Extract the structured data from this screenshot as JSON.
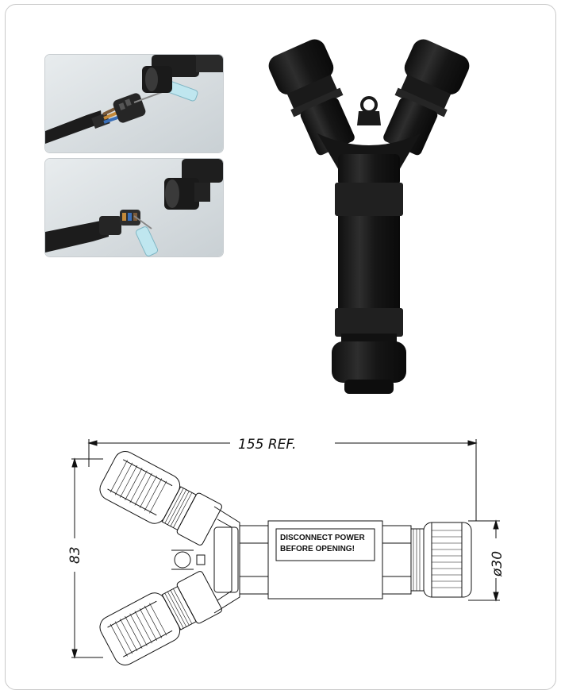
{
  "drawing": {
    "length_label": "155 REF.",
    "height_label": "83",
    "diameter_label": "ø30",
    "warning_line1": "DISCONNECT POWER",
    "warning_line2": "BEFORE   OPENING!"
  },
  "colors": {
    "connector_body": "#1a1a1a",
    "photo_background": "#d9dfe2",
    "line_art": "#111111"
  },
  "icons": [
    "step1-wiring-photo",
    "step2-wiring-photo",
    "y-connector-product-render",
    "y-connector-technical-drawing"
  ]
}
